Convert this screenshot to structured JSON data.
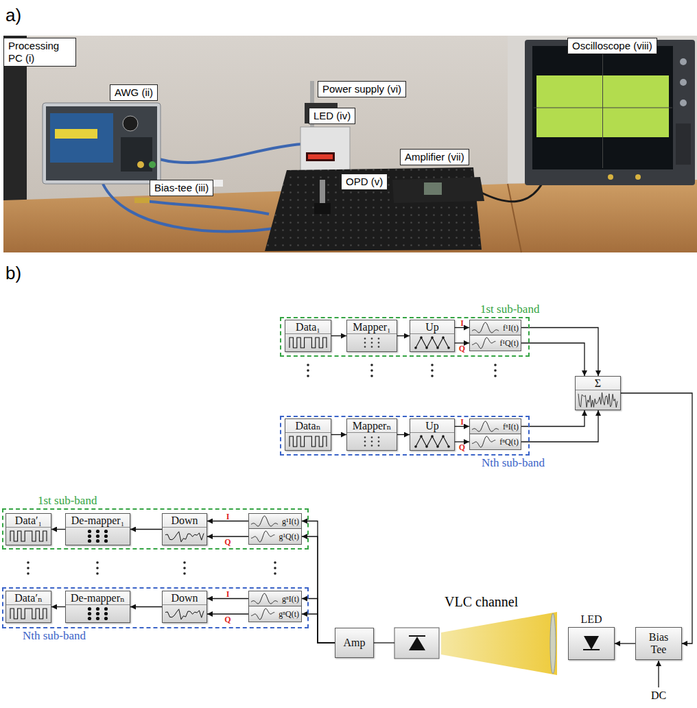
{
  "diagram": {
    "nodes": [
      {
        "text": [
          "Processing PC (i)"
        ]
      },
      {
        "text": [
          "Oscilloscope (viii)"
        ]
      },
      {
        "text": [
          "Power supply (vi)"
        ]
      },
      {
        "text": [
          "AWG (ii)"
        ]
      },
      {
        "text": [
          "LED (iv)"
        ]
      },
      {
        "text": [
          "Amplifier (vii)"
        ]
      },
      {
        "text": [
          "OPD (v)"
        ]
      },
      {
        "text": [
          "Bias-tee (iii)"
        ]
      },
      {
        "text": [
          "1st sub-band"
        ]
      },
      {
        "text": [
          "Data₁"
        ],
        "in": 8
      },
      {
        "text": [
          "Mapper₁"
        ],
        "in": 8
      },
      {
        "text": [
          "Up"
        ],
        "in": 8
      },
      {
        "text": [
          "f¹I(t)"
        ],
        "in": 8
      },
      {
        "text": [
          "f¹Q(t)"
        ],
        "in": 8
      },
      {
        "text": [
          "Nth sub-band"
        ]
      },
      {
        "text": [
          "Dataₙ"
        ],
        "in": 14
      },
      {
        "text": [
          "Mapperₙ"
        ],
        "in": 14
      },
      {
        "text": [
          "Up"
        ],
        "in": 14
      },
      {
        "text": [
          "fⁿI(t)"
        ],
        "in": 14
      },
      {
        "text": [
          "fⁿQ(t)"
        ],
        "in": 14
      },
      {
        "text": [
          "Σ"
        ]
      },
      {
        "text": [
          "1st sub-band"
        ]
      },
      {
        "text": [
          "Data′₁"
        ],
        "in": 21
      },
      {
        "text": [
          "De-mapper₁"
        ],
        "in": 21
      },
      {
        "text": [
          "Down"
        ],
        "in": 21
      },
      {
        "text": [
          "g¹I(t)"
        ],
        "in": 21
      },
      {
        "text": [
          "g¹Q(t)"
        ],
        "in": 21
      },
      {
        "text": [
          "Nth sub-band"
        ]
      },
      {
        "text": [
          "Data′ₙ"
        ],
        "in": 27
      },
      {
        "text": [
          "De-mapperₙ"
        ],
        "in": 27
      },
      {
        "text": [
          "Down"
        ],
        "in": 27
      },
      {
        "text": [
          "gⁿI(t)"
        ],
        "in": 27
      },
      {
        "text": [
          "gⁿQ(t)"
        ],
        "in": 27
      },
      {
        "text": [
          "Amp"
        ]
      },
      {
        "text": [
          "LED"
        ]
      },
      {
        "text": [
          "Bias Tee"
        ]
      }
    ],
    "edges": [
      {
        "from": 9,
        "to": 10,
        "arrow": "to"
      },
      {
        "from": 10,
        "to": 11,
        "arrow": "to"
      },
      {
        "from": 11,
        "to": 12,
        "label": "I",
        "arrow": "to"
      },
      {
        "from": 11,
        "to": 13,
        "label": "Q",
        "arrow": "to"
      },
      {
        "from": 12,
        "to": 20,
        "arrow": "to"
      },
      {
        "from": 13,
        "to": 20,
        "arrow": "to"
      },
      {
        "from": 15,
        "to": 16,
        "arrow": "to"
      },
      {
        "from": 16,
        "to": 17,
        "arrow": "to"
      },
      {
        "from": 17,
        "to": 18,
        "label": "I",
        "arrow": "to"
      },
      {
        "from": 17,
        "to": 19,
        "label": "Q",
        "arrow": "to"
      },
      {
        "from": 18,
        "to": 20,
        "arrow": "to"
      },
      {
        "from": 19,
        "to": 20,
        "arrow": "to"
      },
      {
        "from": 20,
        "to": 35,
        "arrow": "to"
      },
      {
        "from": 35,
        "to": 34,
        "arrow": "to"
      },
      {
        "from": 33,
        "to": 25,
        "arrow": "to"
      },
      {
        "from": 33,
        "to": 26,
        "arrow": "to"
      },
      {
        "from": 33,
        "to": 31,
        "arrow": "to"
      },
      {
        "from": 33,
        "to": 32,
        "arrow": "to"
      },
      {
        "from": 25,
        "to": 24,
        "label": "I",
        "arrow": "to"
      },
      {
        "from": 26,
        "to": 24,
        "label": "Q",
        "arrow": "to"
      },
      {
        "from": 24,
        "to": 23,
        "arrow": "to"
      },
      {
        "from": 23,
        "to": 22,
        "arrow": "to"
      },
      {
        "from": 31,
        "to": 30,
        "label": "I",
        "arrow": "to"
      },
      {
        "from": 32,
        "to": 30,
        "label": "Q",
        "arrow": "to"
      },
      {
        "from": 30,
        "to": 29,
        "arrow": "to"
      },
      {
        "from": 29,
        "to": 28,
        "arrow": "to"
      }
    ],
    "labels": [
      "a)",
      "b)",
      "VLC channel",
      "DC"
    ]
  }
}
